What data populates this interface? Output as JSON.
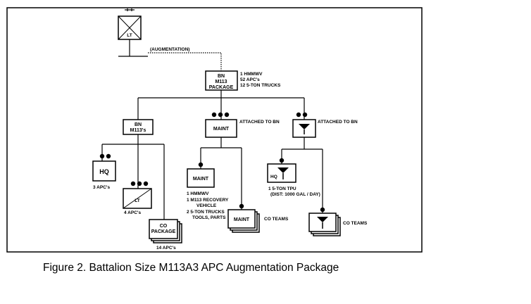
{
  "diagram": {
    "units": {
      "lt_top": {
        "label": "LT"
      },
      "augmentation": {
        "label": "(AUGMENTATION)"
      },
      "bn_package": {
        "line1": "BN",
        "line2": "M113",
        "line3": "PACKAGE"
      },
      "bn_package_notes": [
        "1  HMMWV",
        "52  APC's",
        "12  5-TON TRUCKS"
      ],
      "bn_m113": {
        "line1": "BN",
        "line2": "M113's"
      },
      "maint_main": {
        "label": "MAINT",
        "note": "ATTACHED TO BN"
      },
      "fuel_main": {
        "note": "ATTACHED TO BN"
      },
      "hq": {
        "label": "HQ",
        "note": "3  APC's"
      },
      "lt_plt": {
        "label": "LT",
        "note": "4  APC's"
      },
      "co_package": {
        "line1": "CO",
        "line2": "PACKAGE",
        "note": "14  APC's"
      },
      "maint_sub": {
        "label": "MAINT",
        "notes": [
          "1  HMMWV",
          "1  M113 RECOVERY",
          "VEHICLE",
          "2  5-TON TRUCKS",
          "TOOLS, PARTS"
        ]
      },
      "maint_co": {
        "label": "MAINT",
        "note": "CO TEAMS"
      },
      "fuel_hq": {
        "label": "HQ",
        "notes": [
          "1  5-TON TPU",
          "(DIST: 1000 GAL / DAY)"
        ]
      },
      "fuel_co": {
        "note": "CO TEAMS"
      }
    }
  },
  "caption": "Figure 2.  Battalion Size M113A3 APC Augmentation Package"
}
